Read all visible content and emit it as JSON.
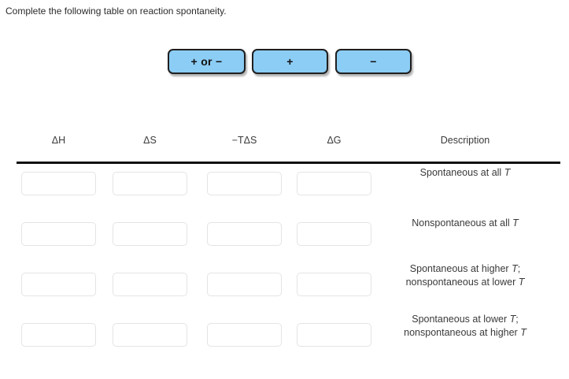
{
  "prompt": "Complete the following table on reaction spontaneity.",
  "colors": {
    "token_fill": "#8ccdf5",
    "token_border": "#1f1f1f",
    "rule": "#111111",
    "input_border": "#e4e4e4",
    "text": "#3a3a3a"
  },
  "tokens": [
    {
      "label": "+ or −",
      "name": "token-plus-or-minus"
    },
    {
      "label": "+",
      "name": "token-plus"
    },
    {
      "label": "−",
      "name": "token-minus"
    }
  ],
  "table": {
    "headers": [
      "ΔH",
      "ΔS",
      "−TΔS",
      "ΔG",
      "Description"
    ],
    "rows": [
      {
        "dH": "",
        "dS": "",
        "mTdS": "",
        "dG": "",
        "description_line1": "Spontaneous at all T",
        "description_line2": ""
      },
      {
        "dH": "",
        "dS": "",
        "mTdS": "",
        "dG": "",
        "description_line1": "Nonspontaneous at all T",
        "description_line2": ""
      },
      {
        "dH": "",
        "dS": "",
        "mTdS": "",
        "dG": "",
        "description_line1": "Spontaneous at higher T;",
        "description_line2": "nonspontaneous at lower T"
      },
      {
        "dH": "",
        "dS": "",
        "mTdS": "",
        "dG": "",
        "description_line1": "Spontaneous at lower T;",
        "description_line2": "nonspontaneous at higher T"
      }
    ]
  }
}
